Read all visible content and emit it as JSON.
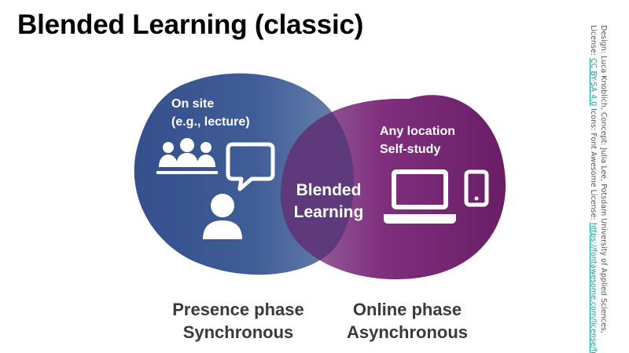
{
  "title": "Blended Learning (classic)",
  "left_blob": {
    "label_line1": "On site",
    "label_line2": "(e.g., lecture)",
    "icons": [
      "group-icon",
      "speech-bubble-icon",
      "user-icon"
    ],
    "color": "#3b5895"
  },
  "right_blob": {
    "label_line1": "Any location",
    "label_line2": "Self-study",
    "icons": [
      "laptop-icon",
      "mobile-phone-icon"
    ],
    "color": "#7a2a73"
  },
  "overlap": {
    "label_line1": "Blended",
    "label_line2": "Learning",
    "color": "#5e3a7d"
  },
  "phases": {
    "presence_line1": "Presence phase",
    "presence_line2": "Synchronous",
    "online_line1": "Online phase",
    "online_line2": "Asynchronous"
  },
  "credit": {
    "line1_text": "Design: Luca Knoblich, Concept: Julia Lee, Potsdam University of Applied Sciences,",
    "line2_prefix": "License: ",
    "license_link": "CC BY-SA 4.0",
    "line2_middle": " Icons: Font Awesome License: ",
    "icons_link": "https://fontawesome.com/license/free."
  }
}
